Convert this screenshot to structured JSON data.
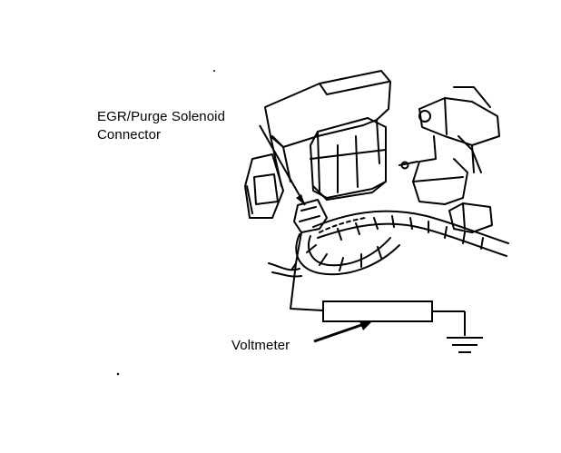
{
  "labels": {
    "solenoid_line1": "EGR/Purge Solenoid",
    "solenoid_line2": "Connector",
    "voltmeter": "Voltmeter"
  },
  "colors": {
    "ink": "#000000",
    "paper": "#ffffff"
  }
}
